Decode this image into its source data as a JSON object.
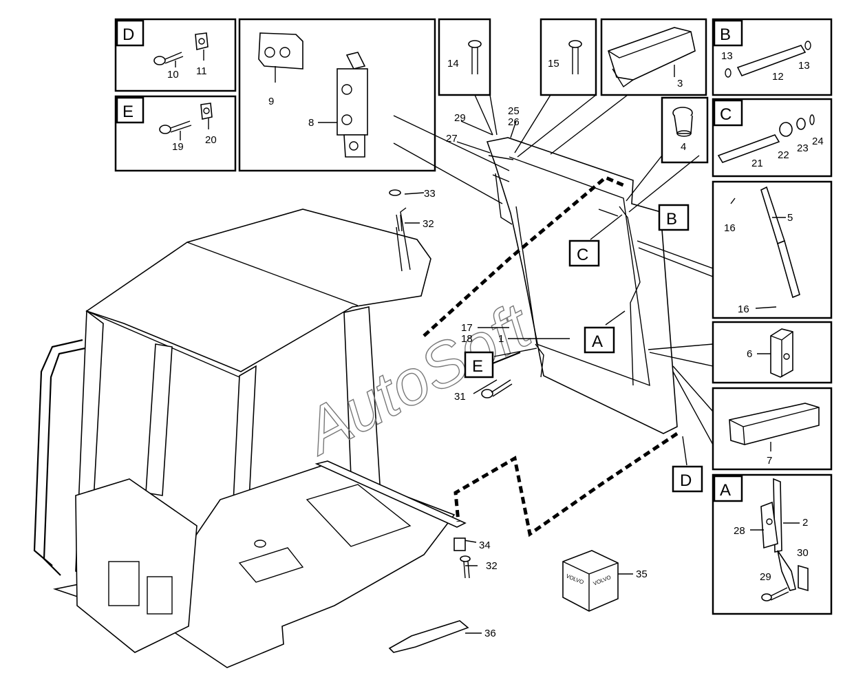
{
  "watermark": "AutoSoft",
  "detail_tags": {
    "D": "D",
    "E": "E",
    "B": "B",
    "C": "C",
    "A": "A"
  },
  "callout_tags": {
    "B": "B",
    "C": "C",
    "A": "A",
    "E": "E",
    "D": "D"
  },
  "part_numbers": {
    "p1": "1",
    "p2": "2",
    "p3": "3",
    "p4": "4",
    "p5": "5",
    "p6": "6",
    "p7": "7",
    "p8": "8",
    "p9": "9",
    "p10": "10",
    "p11": "11",
    "p12": "12",
    "p13a": "13",
    "p13b": "13",
    "p14": "14",
    "p15": "15",
    "p16a": "16",
    "p16b": "16",
    "p17": "17",
    "p18": "18",
    "p19": "19",
    "p20": "20",
    "p21": "21",
    "p22": "22",
    "p23": "23",
    "p24": "24",
    "p25": "25",
    "p26": "26",
    "p27": "27",
    "p28": "28",
    "p29a": "29",
    "p29b": "29",
    "p30": "30",
    "p31": "31",
    "p32a": "32",
    "p32b": "32",
    "p33": "33",
    "p34": "34",
    "p35": "35",
    "p36": "36"
  },
  "package_label": "VOLVO"
}
